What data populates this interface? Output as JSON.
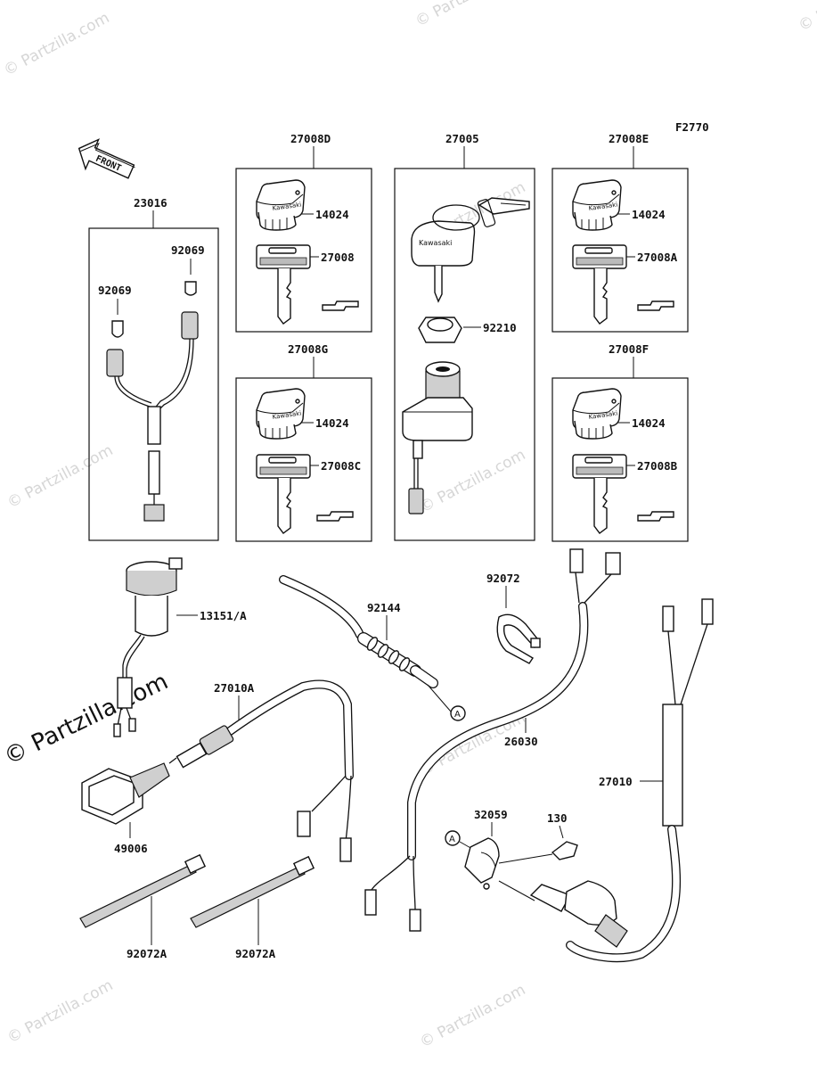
{
  "figure_code": "F2770",
  "front_label": "FRONT",
  "brand_on_keys": "Kawasaki",
  "watermark": "© Partzilla.com",
  "watermark_main": "© Partzilla.com",
  "callout_a": "A",
  "labels": {
    "p23016": "23016",
    "p92069a": "92069",
    "p92069b": "92069",
    "p27008D": "27008D",
    "p14024a": "14024",
    "p27008": "27008",
    "p27005": "27005",
    "p92210": "92210",
    "p27008E": "27008E",
    "p14024b": "14024",
    "p27008A": "27008A",
    "p27008G": "27008G",
    "p14024c": "14024",
    "p27008C": "27008C",
    "p27008F": "27008F",
    "p14024d": "14024",
    "p27008B": "27008B",
    "p13151": "13151/A",
    "p92144": "92144",
    "p92072a": "92072",
    "p27010A": "27010A",
    "p26030": "26030",
    "p27010": "27010",
    "p49006": "49006",
    "p32059": "32059",
    "p130": "130",
    "p92072b": "92072A",
    "p92072c": "92072A"
  }
}
